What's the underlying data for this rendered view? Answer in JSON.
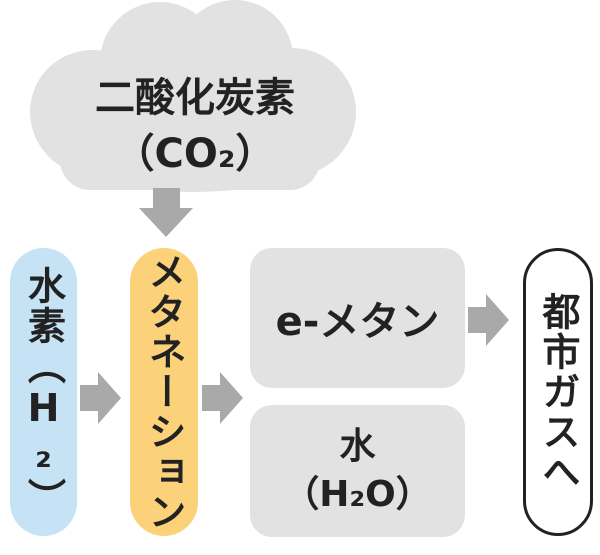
{
  "source": {
    "line1": "二酸化炭素",
    "line2": "（CO₂）"
  },
  "hydrogen": {
    "label": "水素（H₂）"
  },
  "methanation": {
    "label": "メタネーション"
  },
  "emethane": {
    "label": "e-メタン"
  },
  "water": {
    "line1": "水",
    "line2": "（H₂O）"
  },
  "citygas": {
    "label": "都市ガスへ"
  },
  "colors": {
    "cloud": "#e2e2e2",
    "hydrogen": "#c5e3f5",
    "methanation": "#fbd27a",
    "box": "#e2e2e2",
    "arrow": "#a9a9a9",
    "outline": "#222222"
  }
}
